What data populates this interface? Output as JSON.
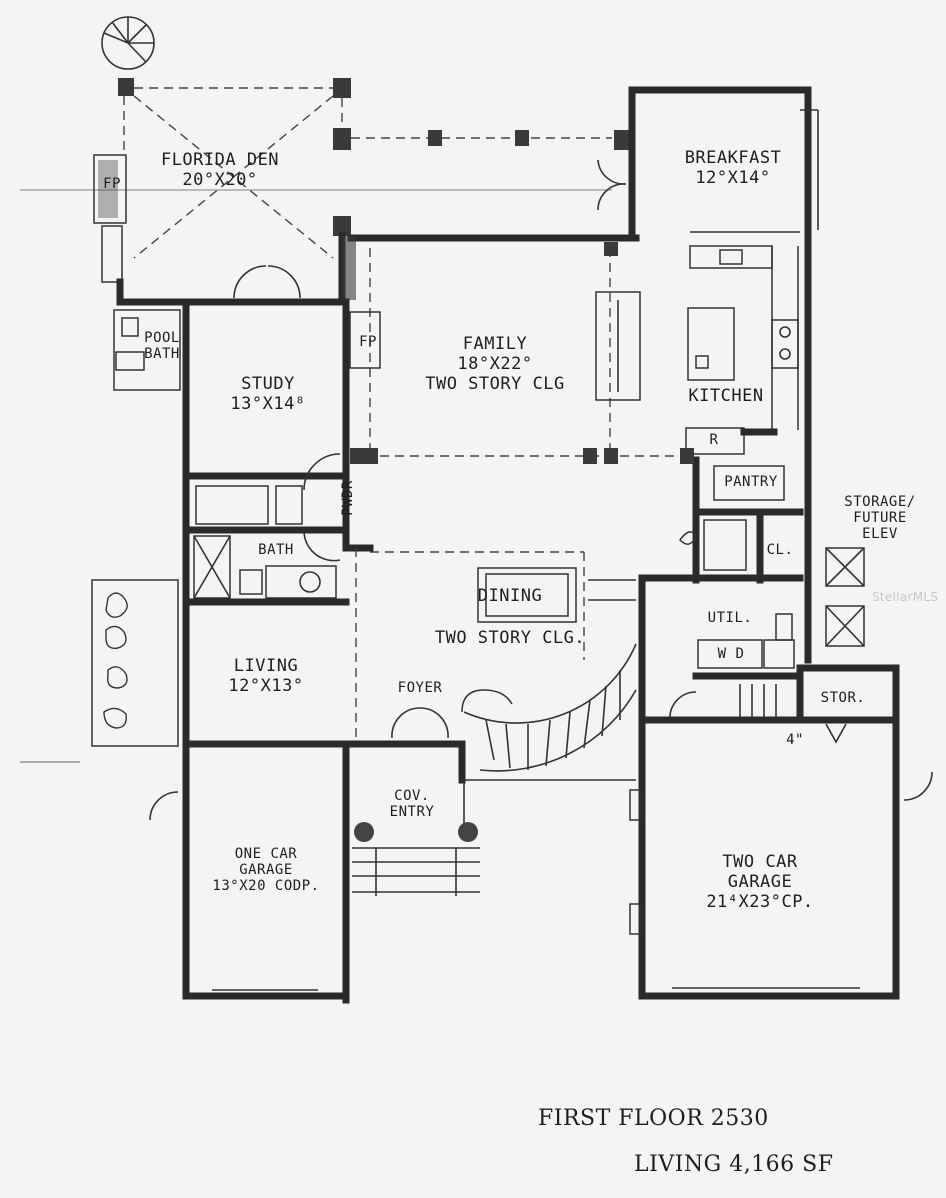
{
  "rooms": {
    "florida_den": {
      "name": "FLORIDA DEN",
      "size": "20°X20°"
    },
    "fp_den": "FP",
    "pool_bath": "POOL BATH",
    "breakfast": {
      "name": "BREAKFAST",
      "size": "12°X14°"
    },
    "family": {
      "name": "FAMILY",
      "size": "18°X22°",
      "note": "TWO STORY CLG"
    },
    "fp_family": "FP",
    "kitchen": "KITCHEN",
    "refrigerator": "R",
    "pantry": "PANTRY",
    "study": {
      "name": "STUDY",
      "size": "13°X14⁸"
    },
    "pwdr": "PWDR",
    "bath": "BATH",
    "storage": {
      "line1": "STORAGE/",
      "line2": "FUTURE",
      "line3": "ELEV"
    },
    "closet": "CL.",
    "util": "UTIL.",
    "wd": "W  D",
    "dining": {
      "name": "DINING",
      "note": "TWO STORY CLG."
    },
    "living": {
      "name": "LIVING",
      "size": "12°X13°"
    },
    "foyer": "FOYER",
    "stor": "STOR.",
    "step_height": "4\"",
    "cov_entry": "COV. ENTRY",
    "one_car_garage": {
      "line1": "ONE CAR",
      "line2": "GARAGE",
      "size": "13°X20 CODP."
    },
    "two_car_garage": {
      "line1": "TWO CAR",
      "line2": "GARAGE",
      "size": "21⁴X23°CP."
    }
  },
  "summary": {
    "line1": "FIRST FLOOR 2530",
    "line2": "LIVING 4,166 SF"
  },
  "watermark": "StellarMLS"
}
